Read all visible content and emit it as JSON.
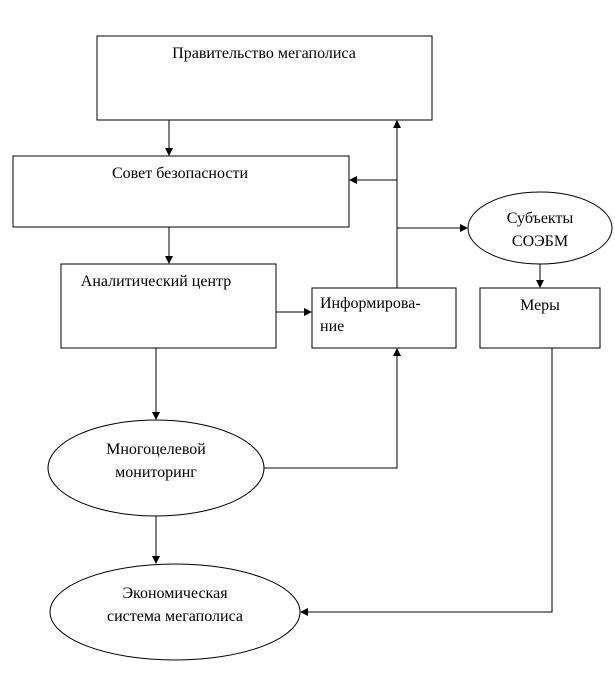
{
  "diagram": {
    "nodes": {
      "government": {
        "label": "Правительство мегаполиса"
      },
      "security_council": {
        "label": "Совет безопасности"
      },
      "analytic_center": {
        "label": "Аналитический центр"
      },
      "informing": {
        "label_line1": "Информирова-",
        "label_line2": "ние"
      },
      "subjects": {
        "label_line1": "Субъекты",
        "label_line2": "СОЭБМ"
      },
      "measures": {
        "label": "Меры"
      },
      "monitoring": {
        "label_line1": "Многоцелевой",
        "label_line2": "мониторинг"
      },
      "economic_system": {
        "label_line1": "Экономическая",
        "label_line2": "система мегаполиса"
      }
    },
    "colors": {
      "stroke": "#000000",
      "fill": "#ffffff",
      "text": "#000000"
    }
  }
}
